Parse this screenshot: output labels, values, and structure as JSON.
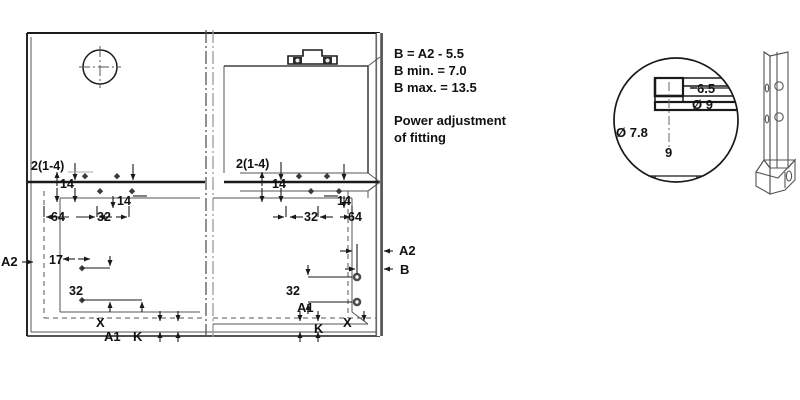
{
  "drawing": {
    "title": "Cabinet drilling pattern technical drawing",
    "notes": {
      "line1": "B = A2 - 5.5",
      "line2": "B min. = 7.0",
      "line3": "B max. = 13.5",
      "line4": "Power adjustment",
      "line5": "of fitting"
    },
    "main_view": {
      "top_labels": {
        "left_2_1_4": "2(1-4)",
        "right_2_1_4": "2(1-4)",
        "left_14_upper": "14",
        "left_14_lower": "14",
        "right_14_upper": "14",
        "right_14_lower": "14"
      },
      "horizontal_dims": {
        "left_64": "64",
        "left_32": "32",
        "right_32": "32",
        "right_64": "64"
      },
      "left_side": {
        "a2": "A2",
        "dim_17": "17",
        "dim_32": "32",
        "x": "X",
        "a1": "A1",
        "k": "K"
      },
      "right_side": {
        "a2": "A2",
        "b": "B",
        "dim_32": "32",
        "x": "X",
        "a1": "A1",
        "k": "K"
      }
    },
    "detail_circle": {
      "dia_7_8": "Ø 7.8",
      "dim_6_5": "6.5",
      "dia_9": "Ø 9",
      "dim_9": "9"
    },
    "colors": {
      "line": "#1a1a1a",
      "thin": "#555555",
      "background": "#ffffff"
    }
  }
}
